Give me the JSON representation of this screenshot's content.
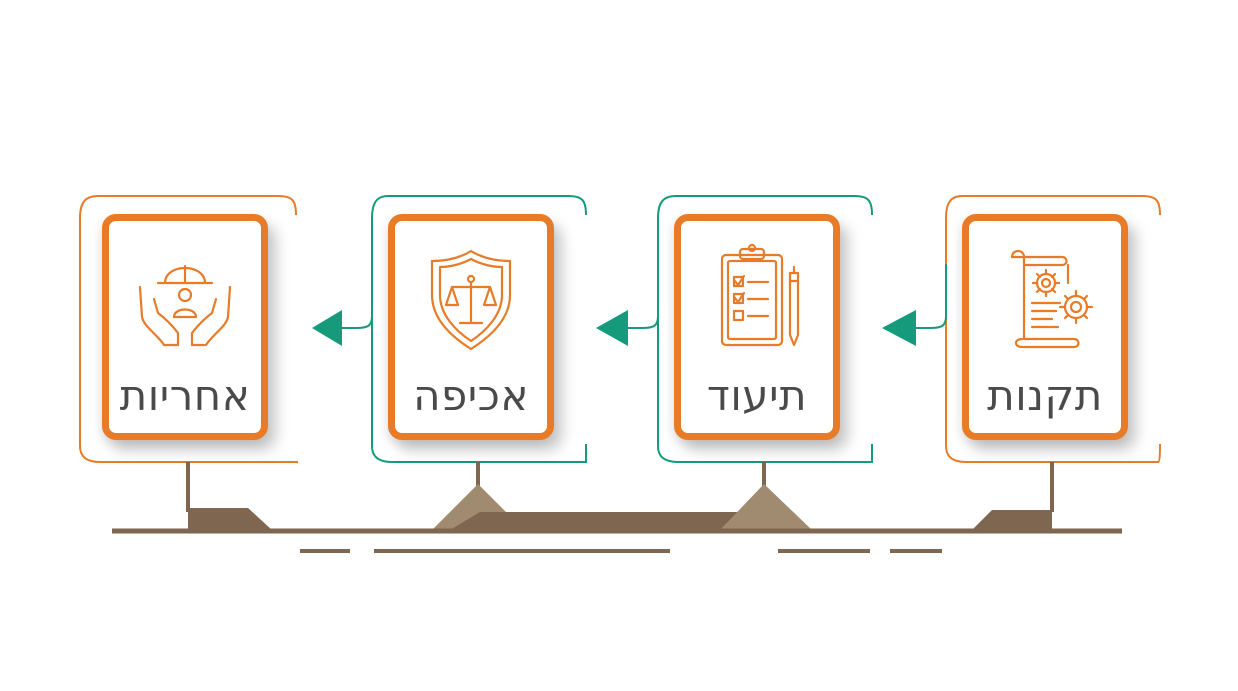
{
  "diagram": {
    "steps": [
      {
        "label": "אחריות",
        "icon": "hands-worker-icon"
      },
      {
        "label": "אכיפה",
        "icon": "shield-scale-icon"
      },
      {
        "label": "תיעוד",
        "icon": "clipboard-checklist-icon"
      },
      {
        "label": "תקנות",
        "icon": "scroll-gears-icon"
      }
    ],
    "flow_direction": "right-to-left",
    "colors": {
      "accent_orange": "#e77b28",
      "accent_teal": "#159a7b",
      "base_brown": "#7e6650",
      "text": "#4a4a4a"
    }
  }
}
